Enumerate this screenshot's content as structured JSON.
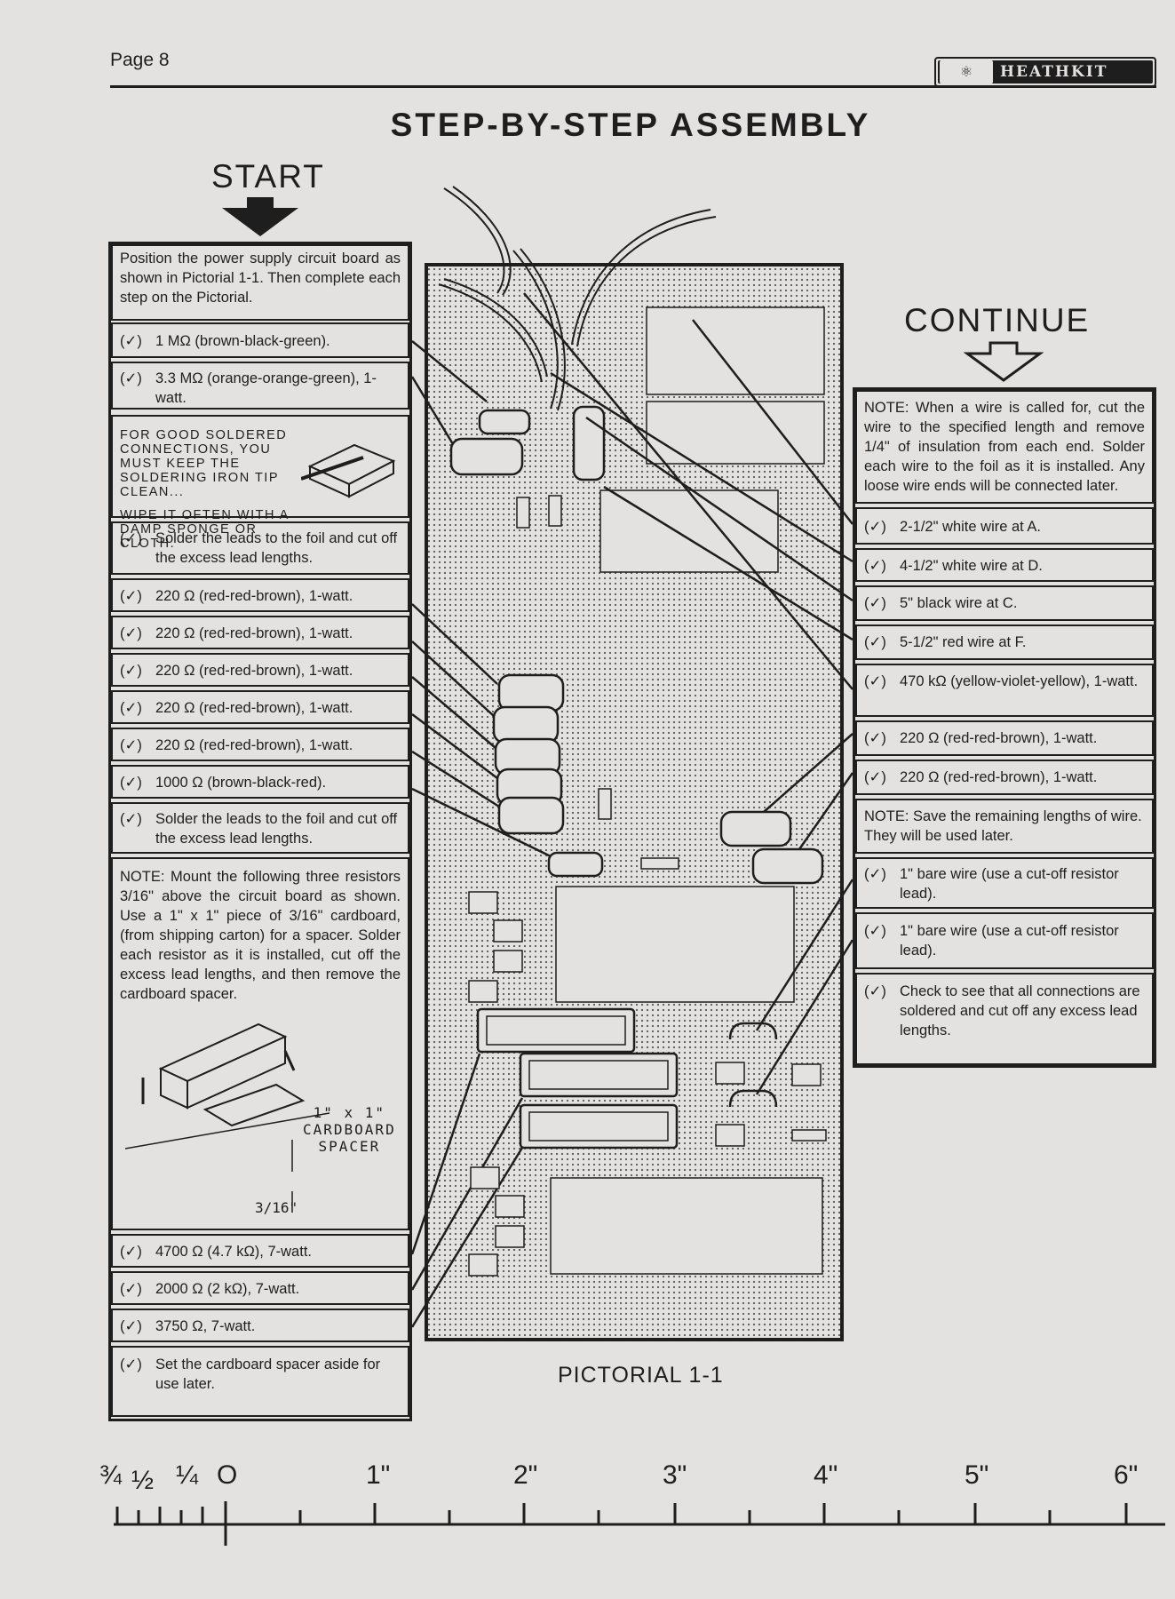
{
  "header": {
    "page_number": "Page 8",
    "brand": "HEATHKIT",
    "title": "STEP-BY-STEP ASSEMBLY"
  },
  "start": {
    "label": "START"
  },
  "continue": {
    "label": "CONTINUE"
  },
  "left_column": {
    "intro": "Position the power supply circuit board as shown in Pictorial 1-1. Then complete each step on the Pictorial.",
    "steps": [
      {
        "check": "(✓)",
        "text": "1 MΩ (brown-black-green)."
      },
      {
        "check": "(✓)",
        "text": "3.3    MΩ    (orange-orange-green), 1-watt."
      }
    ],
    "solder_tip": {
      "line1": "FOR  GOOD  SOLDERED CONNECTIONS, YOU MUST KEEP  THE  SOLDERING IRON TIP CLEAN...",
      "line2": "WIPE IT OFTEN WITH A DAMP SPONGE OR CLOTH."
    },
    "steps2": [
      {
        "check": "(✓)",
        "text": "Solder the leads to the foil and cut off the excess lead lengths."
      },
      {
        "check": "(✓)",
        "text": "220 Ω (red-red-brown), 1-watt."
      },
      {
        "check": "(✓)",
        "text": "220 Ω (red-red-brown), 1-watt."
      },
      {
        "check": "(✓)",
        "text": "220 Ω (red-red-brown), 1-watt."
      },
      {
        "check": "(✓)",
        "text": "220 Ω (red-red-brown), 1-watt."
      },
      {
        "check": "(✓)",
        "text": "220 Ω (red-red-brown), 1-watt."
      },
      {
        "check": "(✓)",
        "text": "1000 Ω (brown-black-red)."
      },
      {
        "check": "(✓)",
        "text": "Solder the leads to the foil and cut off the excess lead lengths."
      }
    ],
    "note": "NOTE: Mount the following three resistors 3/16\" above the circuit board as shown. Use a 1\" x 1\" piece of 3/16\" cardboard, (from shipping carton) for a spacer. Solder each resistor as it is installed, cut off the excess lead lengths, and then remove the cardboard spacer.",
    "spacer_label_1": "1\" x 1\"",
    "spacer_label_2": "CARDBOARD",
    "spacer_label_3": "SPACER",
    "spacer_height": "3/16\"",
    "steps3": [
      {
        "check": "(✓)",
        "text": "4700 Ω (4.7 kΩ), 7-watt."
      },
      {
        "check": "(✓)",
        "text": "2000 Ω (2 kΩ), 7-watt."
      },
      {
        "check": "(✓)",
        "text": "3750 Ω, 7-watt."
      },
      {
        "check": "(✓)",
        "text": "Set the cardboard spacer aside for use later."
      }
    ]
  },
  "right_column": {
    "note1": "NOTE: When a wire is called for, cut the wire to the specified length and remove 1/4\" of insulation from each end. Solder each wire to the foil as it is installed. Any loose wire ends will be connected later.",
    "steps": [
      {
        "check": "(✓)",
        "text": "2-1/2\" white wire at A."
      },
      {
        "check": "(✓)",
        "text": "4-1/2\" white wire at D."
      },
      {
        "check": "(✓)",
        "text": "5\" black wire at C."
      },
      {
        "check": "(✓)",
        "text": "5-1/2\" red wire at F."
      },
      {
        "check": "(✓)",
        "text": "470    kΩ    (yellow-violet-yellow), 1-watt."
      },
      {
        "check": "(✓)",
        "text": "220 Ω (red-red-brown), 1-watt."
      },
      {
        "check": "(✓)",
        "text": "220 Ω (red-red-brown), 1-watt."
      }
    ],
    "note2": "NOTE: Save the remaining lengths of wire. They will be used later.",
    "steps2": [
      {
        "check": "(✓)",
        "text": "1\" bare wire (use a cut-off resistor lead)."
      },
      {
        "check": "(✓)",
        "text": "1\" bare wire (use a cut-off resistor lead)."
      },
      {
        "check": "(✓)",
        "text": "Check to see that all connections are soldered and cut off any excess lead lengths."
      }
    ]
  },
  "pictorial": {
    "label": "PICTORIAL 1-1"
  },
  "ruler": {
    "marks": [
      "¾",
      "½",
      "¼",
      "O",
      "1\"",
      "2\"",
      "3\"",
      "4\"",
      "5\"",
      "6\""
    ]
  }
}
